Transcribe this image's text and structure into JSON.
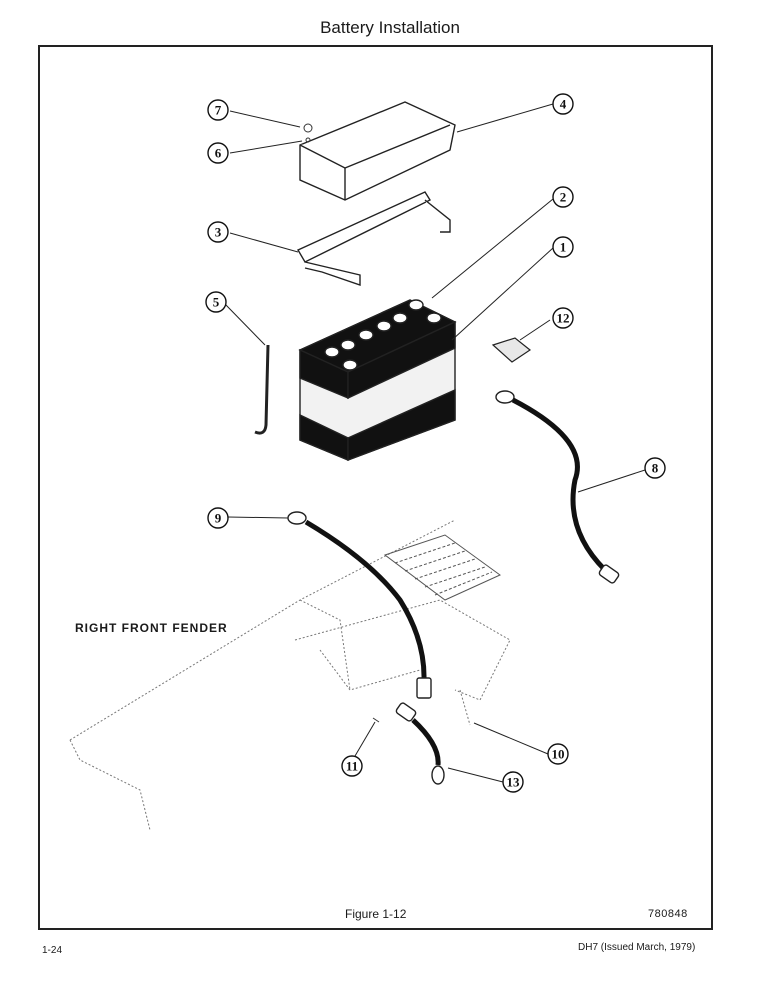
{
  "header": {
    "title": "Battery Installation"
  },
  "diagram": {
    "fender_label": "RIGHT FRONT FENDER",
    "callouts": [
      "1",
      "2",
      "3",
      "4",
      "5",
      "6",
      "7",
      "8",
      "9",
      "10",
      "11",
      "12",
      "13"
    ]
  },
  "figure": {
    "caption": "Figure 1-12",
    "number": "780848"
  },
  "footer": {
    "page_number": "1-24",
    "issue": "DH7 (Issued March, 1979)"
  }
}
